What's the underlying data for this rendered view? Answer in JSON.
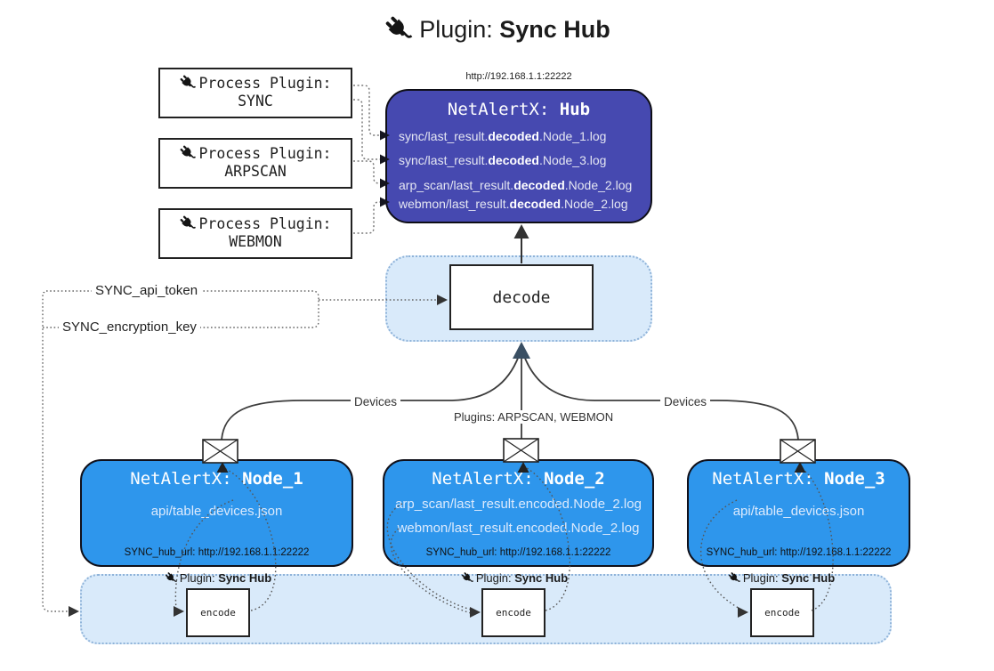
{
  "title": {
    "prefix": "Plugin: ",
    "bold": "Sync Hub"
  },
  "process_plugins": [
    {
      "label": "Process Plugin:",
      "name": "SYNC"
    },
    {
      "label": "Process Plugin:",
      "name": "ARPSCAN"
    },
    {
      "label": "Process Plugin:",
      "name": "WEBMON"
    }
  ],
  "hub": {
    "url": "http://192.168.1.1:22222",
    "title_prefix": "NetAlertX: ",
    "title_bold": "Hub",
    "logs": [
      {
        "pre": "sync/last_result.",
        "bold": "decoded",
        "post": ".Node_1.log"
      },
      {
        "pre": "sync/last_result.",
        "bold": "decoded",
        "post": ".Node_3.log"
      },
      {
        "pre": "arp_scan/last_result.",
        "bold": "decoded",
        "post": ".Node_2.log"
      },
      {
        "pre": "webmon/last_result.",
        "bold": "decoded",
        "post": ".Node_2.log"
      }
    ]
  },
  "decode_panel": {
    "box_label": "decode"
  },
  "config_keys": {
    "api_token": "SYNC_api_token",
    "encryption_key": "SYNC_encryption_key"
  },
  "edge_labels": {
    "left": "Devices",
    "center": "Plugins: ARPSCAN, WEBMON",
    "right": "Devices"
  },
  "nodes": [
    {
      "title_prefix": "NetAlertX: ",
      "title_bold": "Node_1",
      "files": [
        "api/table_devices.json"
      ],
      "hub_url": "SYNC_hub_url: http://192.168.1.1:22222"
    },
    {
      "title_prefix": "NetAlertX: ",
      "title_bold": "Node_2",
      "files": [
        "arp_scan/last_result.encoded.Node_2.log",
        "webmon/last_result.encoded.Node_2.log"
      ],
      "hub_url": "SYNC_hub_url: http://192.168.1.1:22222"
    },
    {
      "title_prefix": "NetAlertX: ",
      "title_bold": "Node_3",
      "files": [
        "api/table_devices.json"
      ],
      "hub_url": "SYNC_hub_url: http://192.168.1.1:22222"
    }
  ],
  "encoders": [
    {
      "label_prefix": "Plugin: ",
      "label_bold": "Sync Hub",
      "box_label": "encode"
    },
    {
      "label_prefix": "Plugin: ",
      "label_bold": "Sync Hub",
      "box_label": "encode"
    },
    {
      "label_prefix": "Plugin: ",
      "label_bold": "Sync Hub",
      "box_label": "encode"
    }
  ],
  "colors": {
    "hub_fill": "#4649b0",
    "node_fill": "#2e96ec",
    "panel_fill": "#d9eafa",
    "panel_border": "#8fb3d9",
    "connector": "#3c3c3c",
    "arrow_dark": "#3a4f63",
    "text_on_hub": "#e4e6f2",
    "text_on_node": "#dceafd"
  }
}
